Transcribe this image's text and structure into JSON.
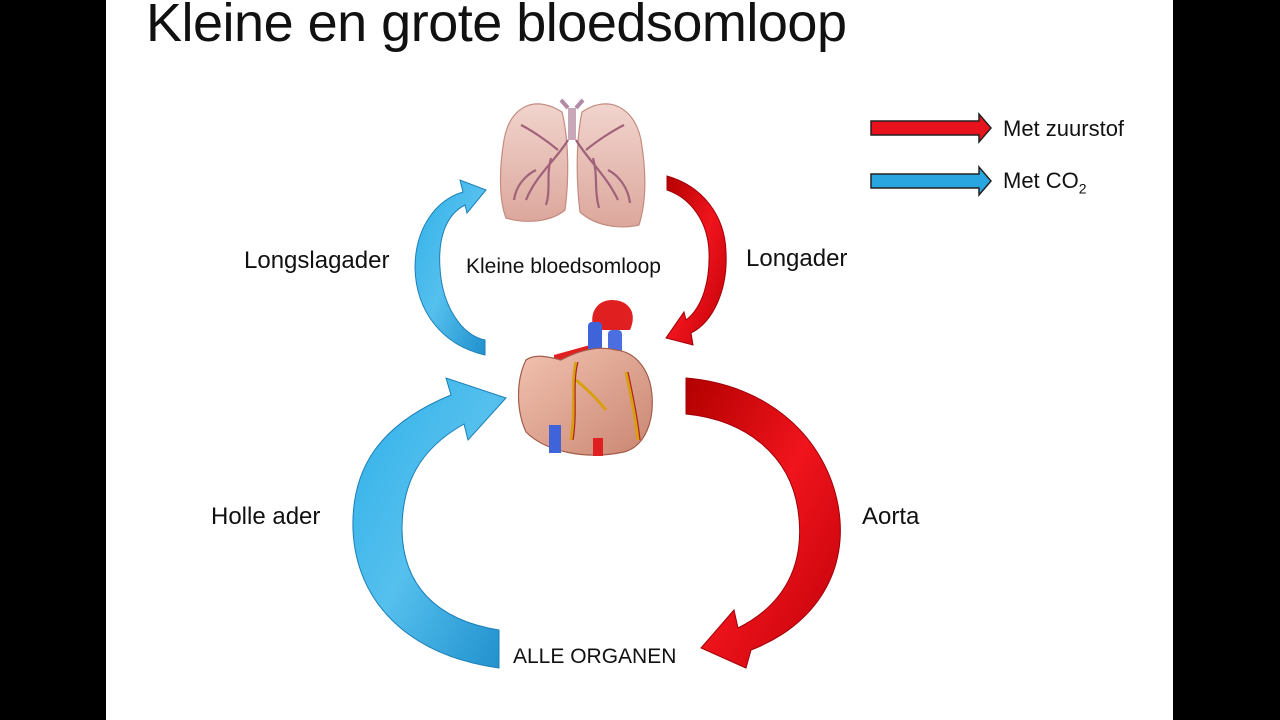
{
  "title": "Kleine en grote bloedsomloop",
  "legend": [
    {
      "text": "Met zuurstof",
      "color": "#e8121c"
    },
    {
      "text": "Met CO",
      "sub": "2",
      "color": "#29a6df"
    }
  ],
  "labels": {
    "longslagader": "Longslagader",
    "kleine_bloedsomloop": "Kleine bloedsomloop",
    "longader": "Longader",
    "holle_ader": "Holle ader",
    "aorta": "Aorta",
    "alle_organen": "ALLE ORGANEN"
  },
  "illustrations": {
    "lungs": "lungs-icon",
    "heart": "heart-icon"
  },
  "colors": {
    "oxygen": "#e8121c",
    "co2": "#29a6df"
  }
}
